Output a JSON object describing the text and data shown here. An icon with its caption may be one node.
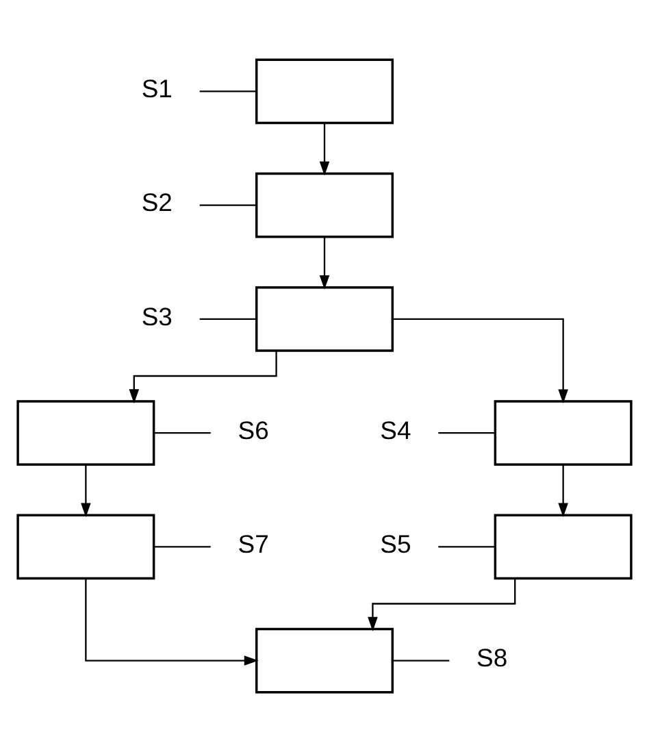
{
  "diagram": {
    "nodes": [
      {
        "text": [
          "S1"
        ]
      },
      {
        "text": [],
        "shape": "box"
      },
      {
        "text": [
          "S2"
        ]
      },
      {
        "text": [],
        "shape": "box"
      },
      {
        "text": [
          "S3"
        ]
      },
      {
        "text": [],
        "shape": "box"
      },
      {
        "text": [
          "S4"
        ]
      },
      {
        "text": [],
        "shape": "box"
      },
      {
        "text": [],
        "shape": "box"
      },
      {
        "text": [
          "S6"
        ]
      },
      {
        "text": [
          "S5"
        ]
      },
      {
        "text": [],
        "shape": "box"
      },
      {
        "text": [],
        "shape": "box"
      },
      {
        "text": [
          "S7"
        ]
      },
      {
        "text": [],
        "shape": "box"
      },
      {
        "text": [
          "S8"
        ]
      }
    ],
    "edges": [
      {
        "from": 1,
        "to": 3,
        "arrow": "to"
      },
      {
        "from": 3,
        "to": 5,
        "arrow": "to"
      },
      {
        "from": 5,
        "to": 7,
        "arrow": "to"
      },
      {
        "from": 5,
        "to": 8,
        "arrow": "to"
      },
      {
        "from": 7,
        "to": 11,
        "arrow": "to"
      },
      {
        "from": 8,
        "to": 12,
        "arrow": "to"
      },
      {
        "from": 11,
        "to": 14,
        "arrow": "to"
      },
      {
        "from": 12,
        "to": 14,
        "arrow": "to"
      },
      {
        "from": 0,
        "to": 1,
        "arrow": "none"
      },
      {
        "from": 2,
        "to": 3,
        "arrow": "none"
      },
      {
        "from": 4,
        "to": 5,
        "arrow": "none"
      },
      {
        "from": 6,
        "to": 7,
        "arrow": "none"
      },
      {
        "from": 9,
        "to": 8,
        "arrow": "none"
      },
      {
        "from": 10,
        "to": 11,
        "arrow": "none"
      },
      {
        "from": 13,
        "to": 12,
        "arrow": "none"
      },
      {
        "from": 15,
        "to": 14,
        "arrow": "none"
      }
    ]
  }
}
